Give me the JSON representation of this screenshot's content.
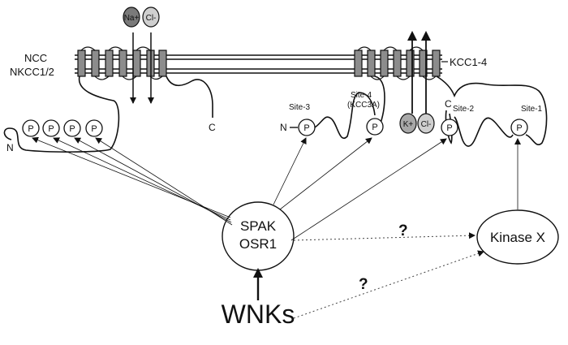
{
  "left_transporter": {
    "name_line1": "NCC",
    "name_line2": "NKCC1/2",
    "ion1": "Na+",
    "ion2": "Cl-",
    "n_term": "N",
    "c_term": "C",
    "phospho": [
      "P",
      "P",
      "P",
      "P"
    ]
  },
  "right_transporter": {
    "name": "KCC1-4",
    "ion1": "K+",
    "ion2": "Cl-",
    "n_term": "N",
    "c_term": "C",
    "site3": "Site-3",
    "site4_line1": "Site-4",
    "site4_line2": "(KCC3A)",
    "site2": "Site-2",
    "site1": "Site-1",
    "phospho": [
      "P",
      "P",
      "P",
      "P"
    ]
  },
  "kinases": {
    "spak_line1": "SPAK",
    "spak_line2": "OSR1",
    "kinase_x": "Kinase X",
    "wnks": "WNKs",
    "unknown1": "?",
    "unknown2": "?"
  },
  "colors": {
    "helix": "#8c8c8c",
    "na_ion": "#7a7a7a",
    "k_ion": "#a8a8a8",
    "cl_ion": "#cfcfcf",
    "line": "#111111"
  }
}
